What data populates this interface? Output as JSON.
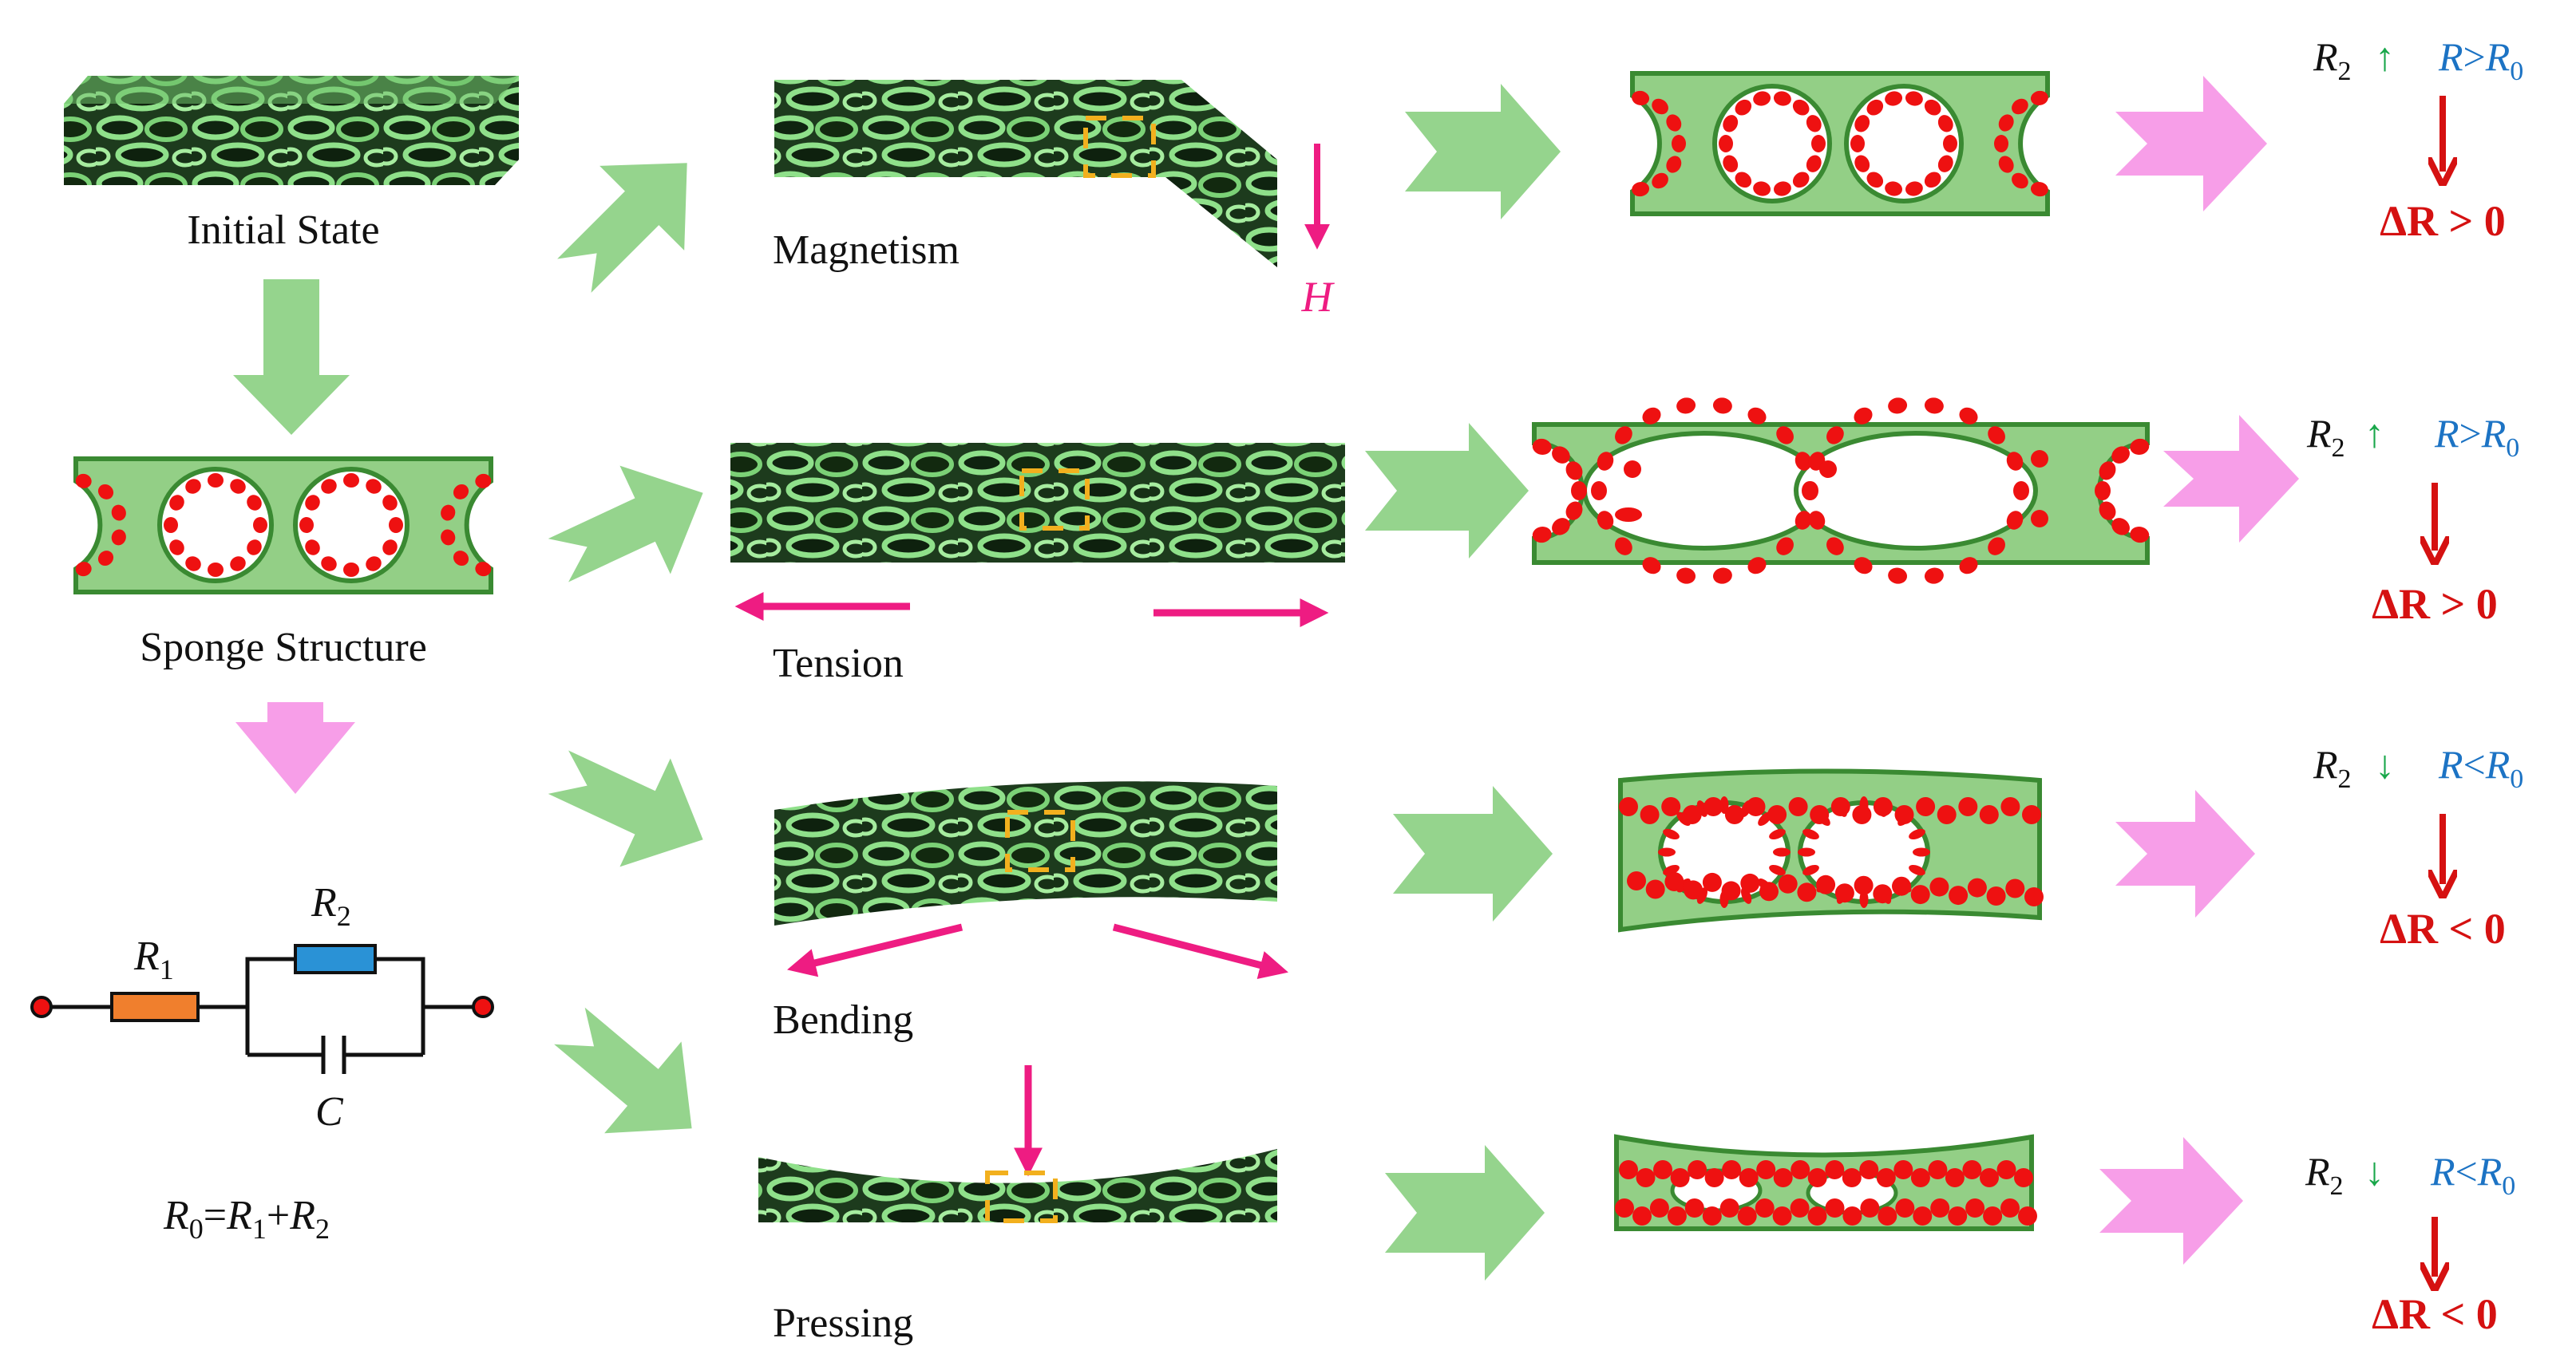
{
  "colors": {
    "green_arrow": "#95d48d",
    "pink_arrow": "#f79ee8",
    "panel_fill": "#93cf86",
    "panel_stroke": "#3a8a32",
    "particle": "#ee1111",
    "force": "#ee1c82",
    "box": "#f2b01e",
    "resistor_r1": "#f07f2d",
    "resistor_r2": "#2a92d6",
    "increase": "#19a74a",
    "comparison_blue": "#1c73c4",
    "result_red": "#d51111",
    "sponge_dark": "#1d3b1d",
    "sponge_light": "#8fe08a"
  },
  "left": {
    "initial_state": "Initial State",
    "sponge_structure": "Sponge Structure",
    "circuit": {
      "r1_main": "R",
      "r1_sub": "1",
      "r2_main": "R",
      "r2_sub": "2",
      "c_label": "C",
      "formula": {
        "r0": "R",
        "r0_sub": "0",
        "eq": "=",
        "r1": "R",
        "r1_sub": "1",
        "plus": "+",
        "r2": "R",
        "r2_sub": "2"
      }
    }
  },
  "rows": [
    {
      "label": "Magnetism",
      "force_label": "H",
      "result": {
        "r2": "R",
        "r2_sub": "2",
        "trend": "↑",
        "cmp_r": "R",
        "cmp_op": ">",
        "cmp_r0": "R",
        "cmp_r0_sub": "0",
        "delta": "ΔR",
        "delta_op": " > 0"
      }
    },
    {
      "label": "Tension",
      "result": {
        "r2": "R",
        "r2_sub": "2",
        "trend": "↑",
        "cmp_r": "R",
        "cmp_op": ">",
        "cmp_r0": "R",
        "cmp_r0_sub": "0",
        "delta": "ΔR",
        "delta_op": " > 0"
      }
    },
    {
      "label": "Bending",
      "result": {
        "r2": "R",
        "r2_sub": "2",
        "trend": "↓",
        "cmp_r": "R",
        "cmp_op": "<",
        "cmp_r0": "R",
        "cmp_r0_sub": "0",
        "delta": "ΔR",
        "delta_op": " < 0"
      }
    },
    {
      "label": "Pressing",
      "result": {
        "r2": "R",
        "r2_sub": "2",
        "trend": "↓",
        "cmp_r": "R",
        "cmp_op": "<",
        "cmp_r0": "R",
        "cmp_r0_sub": "0",
        "delta": "ΔR",
        "delta_op": " < 0"
      }
    }
  ]
}
